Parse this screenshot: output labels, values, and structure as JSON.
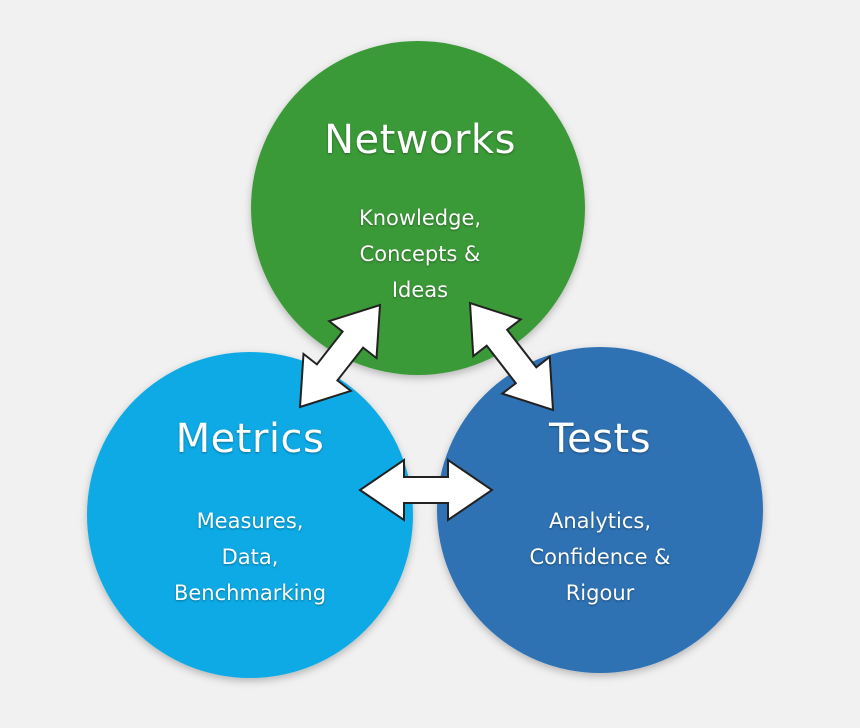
{
  "colors": {
    "background": "#f1f1f1",
    "networks": "#3a9a38",
    "metrics": "#0aaae6",
    "tests": "#2f72b4",
    "arrow_fill": "#ffffff",
    "arrow_stroke": "#222222"
  },
  "circles": {
    "networks": {
      "title": "Networks",
      "lines": [
        "Knowledge,",
        "Concepts &",
        "Ideas"
      ]
    },
    "metrics": {
      "title": "Metrics",
      "lines": [
        "Measures,",
        "Data,",
        "Benchmarking"
      ]
    },
    "tests": {
      "title": "Tests",
      "lines": [
        "Analytics,",
        "Confidence &",
        "Rigour"
      ]
    }
  },
  "arrows": [
    {
      "name": "networks-metrics-arrow",
      "type": "double-headed"
    },
    {
      "name": "networks-tests-arrow",
      "type": "double-headed"
    },
    {
      "name": "metrics-tests-arrow",
      "type": "double-headed"
    }
  ]
}
